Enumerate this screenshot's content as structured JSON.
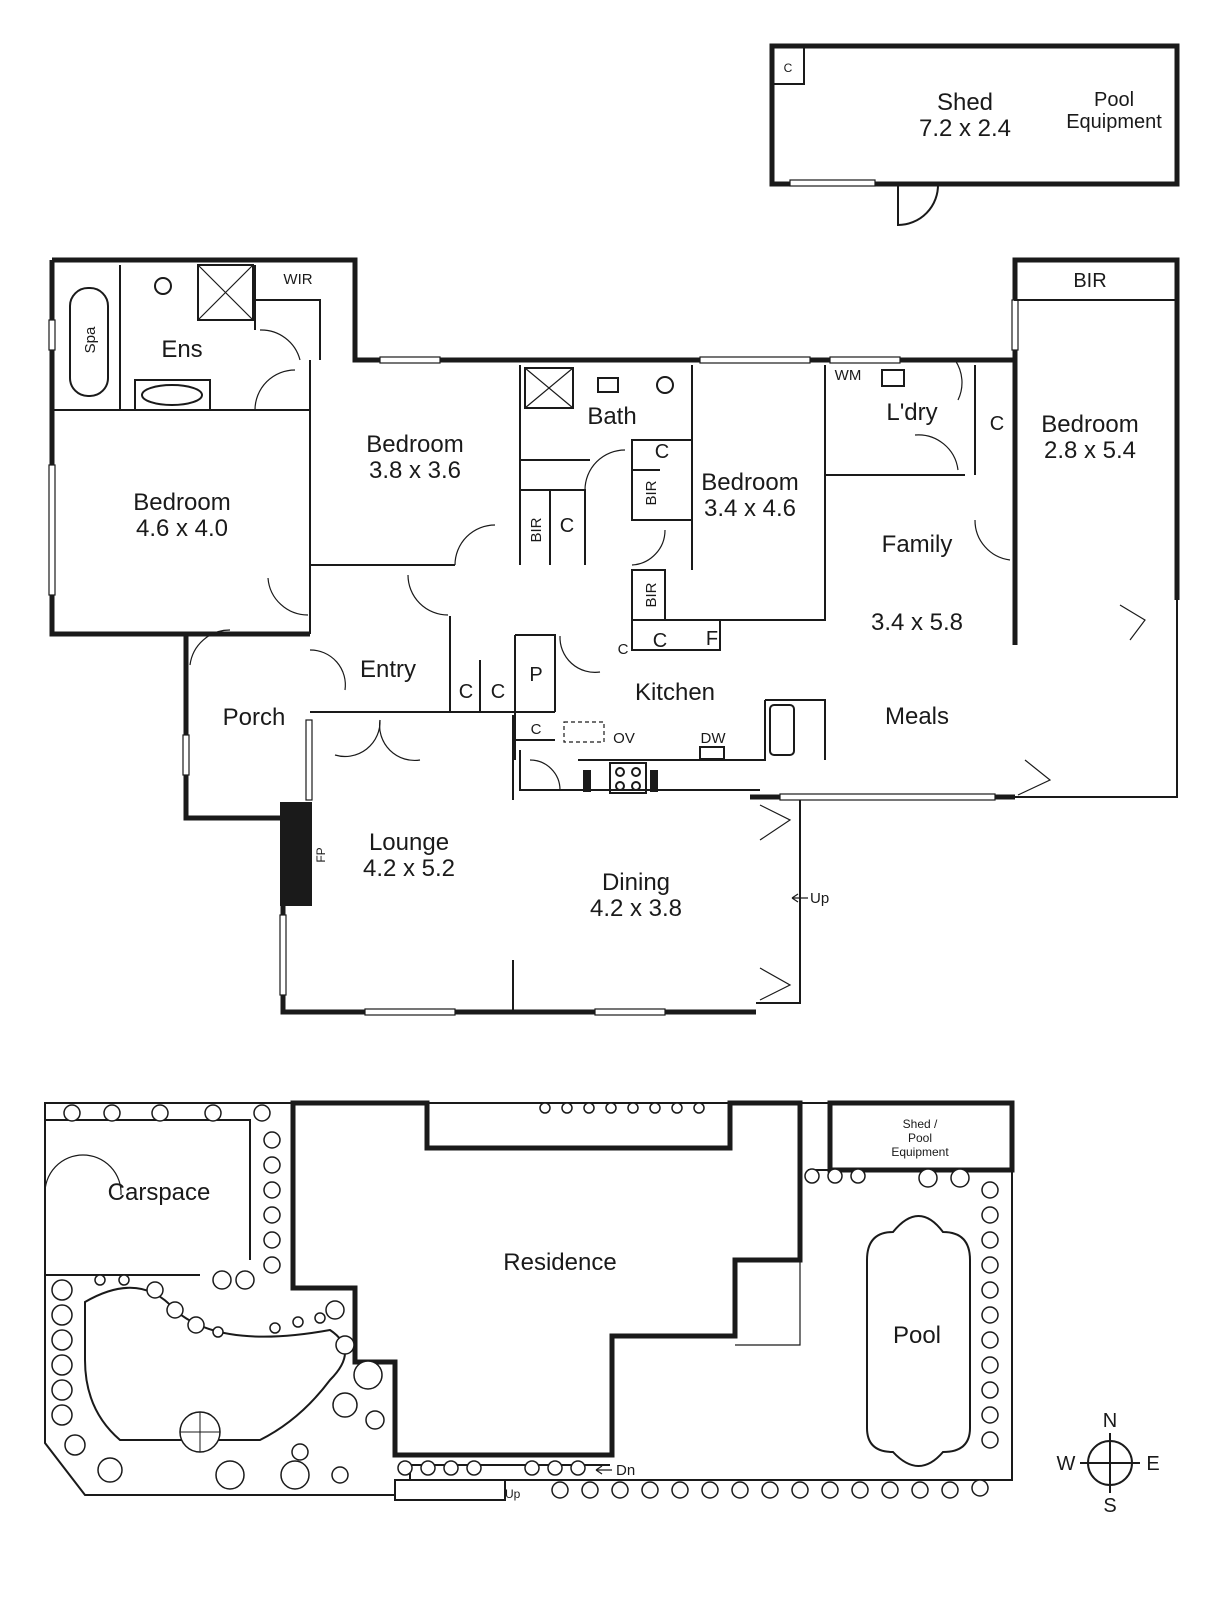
{
  "shed": {
    "name": "Shed",
    "dims": "7.2 x 2.4",
    "pool_equipment_1": "Pool",
    "pool_equipment_2": "Equipment",
    "cupboard": "C"
  },
  "rooms": {
    "ens": "Ens",
    "spa": "Spa",
    "wir": "WIR",
    "master": {
      "name": "Bedroom",
      "dims": "4.6 x 4.0"
    },
    "bed2": {
      "name": "Bedroom",
      "dims": "3.8 x 3.6"
    },
    "bath": "Bath",
    "bed3": {
      "name": "Bedroom",
      "dims": "3.4 x 4.6"
    },
    "wm": "WM",
    "laundry": "L'dry",
    "bed4": {
      "name": "Bedroom",
      "dims": "2.8 x 5.4"
    },
    "bir": "BIR",
    "family": {
      "name": "Family",
      "dims": "3.4 x 5.8"
    },
    "meals": "Meals",
    "kitchen": "Kitchen",
    "entry": "Entry",
    "porch": "Porch",
    "lounge": {
      "name": "Lounge",
      "dims": "4.2 x 5.2"
    },
    "dining": {
      "name": "Dining",
      "dims": "4.2 x 3.8"
    },
    "fp": "FP",
    "ov": "OV",
    "dw": "DW",
    "pantry": "P",
    "fridge": "F",
    "cupboard": "C",
    "up": "Up"
  },
  "site": {
    "carspace": "Carspace",
    "residence": "Residence",
    "pool": "Pool",
    "shed_1": "Shed /",
    "shed_2": "Pool",
    "shed_3": "Equipment",
    "dn": "Dn",
    "up": "Up"
  },
  "compass": {
    "n": "N",
    "s": "S",
    "e": "E",
    "w": "W"
  }
}
